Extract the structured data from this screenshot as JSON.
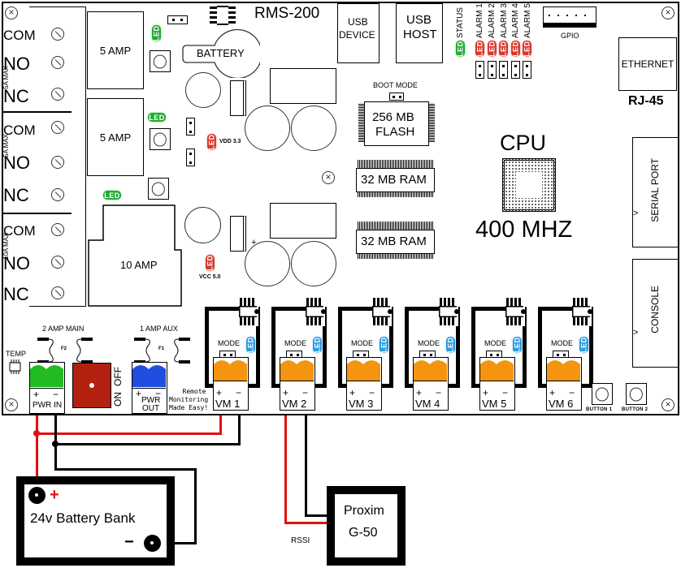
{
  "board": {
    "model": "RMS-200",
    "relays": [
      {
        "rating_label": "5 AMP",
        "max_label": "5A MAX",
        "terminals": [
          "COM",
          "NO",
          "NC"
        ]
      },
      {
        "rating_label": "5 AMP",
        "max_label": "5A MAX",
        "terminals": [
          "COM",
          "NO",
          "NC"
        ]
      },
      {
        "rating_label": "10 AMP",
        "max_label": "10A MAX",
        "terminals": [
          "COM",
          "NO",
          "NC"
        ]
      }
    ],
    "battery_label": "BATTERY",
    "usb_device": [
      "USB",
      "DEVICE"
    ],
    "usb_host": [
      "USB",
      "HOST"
    ],
    "status_led_label": "STATUS",
    "alarm_leds": [
      "ALARM 1",
      "ALARM 2",
      "ALARM 3",
      "ALARM 4",
      "ALARM 5"
    ],
    "gpio_label": "GPIO",
    "ethernet_label": "ETHERNET",
    "rj45_label": "RJ-45",
    "boot_mode_label": "BOOT MODE",
    "flash_label": [
      "256  MB",
      "FLASH"
    ],
    "ram_labels": [
      "32 MB RAM",
      "32 MB RAM"
    ],
    "cpu_label": "CPU",
    "cpu_speed": "400 MHZ",
    "serial_port_label": "SERIAL PORT",
    "console_label": "CONSOLE",
    "led_text": "LED",
    "vdd_label": "VDD 3.3",
    "vcc_label": "VCC 5.0",
    "fuse_main_label": "2 AMP MAIN",
    "fuse_main_id": "F2",
    "fuse_aux_label": "1 AMP AUX",
    "fuse_aux_id": "F1",
    "temp_label": "TEMP",
    "power_in": {
      "plus": "+",
      "minus": "−",
      "label": "PWR IN",
      "color": "#22bb22"
    },
    "power_switch": {
      "on_label": "ON",
      "off_label": "OFF",
      "color": "#b22010"
    },
    "power_out": {
      "plus": "+",
      "minus": "−",
      "label": [
        "PWR",
        "OUT"
      ],
      "color": "#1f4ee0"
    },
    "tagline": [
      "Remote",
      "Monitoring",
      "Made Easy!"
    ],
    "voltage_monitors": [
      {
        "label": "VM  1",
        "mode_label": "MODE"
      },
      {
        "label": "VM  2",
        "mode_label": "MODE"
      },
      {
        "label": "VM  3",
        "mode_label": "MODE"
      },
      {
        "label": "VM  4",
        "mode_label": "MODE"
      },
      {
        "label": "VM  5",
        "mode_label": "MODE"
      },
      {
        "label": "VM  6",
        "mode_label": "MODE"
      }
    ],
    "vm_plus": "+",
    "vm_minus": "−",
    "vm_terminal_color": "#f5950f",
    "buttons": [
      "BUTTON 1",
      "BUTTON 2"
    ]
  },
  "external": {
    "battery_bank": {
      "label": "24v Battery Bank",
      "plus": "+",
      "minus": "−"
    },
    "radio": {
      "label": [
        "Proxim",
        "G-50"
      ]
    },
    "rssi_label": "RSSI"
  },
  "colors": {
    "positive_wire": "#e01010",
    "negative_wire": "#000000",
    "led_green": "#22aa33",
    "led_red": "#d63a2a",
    "led_blue": "#2a9de0"
  }
}
